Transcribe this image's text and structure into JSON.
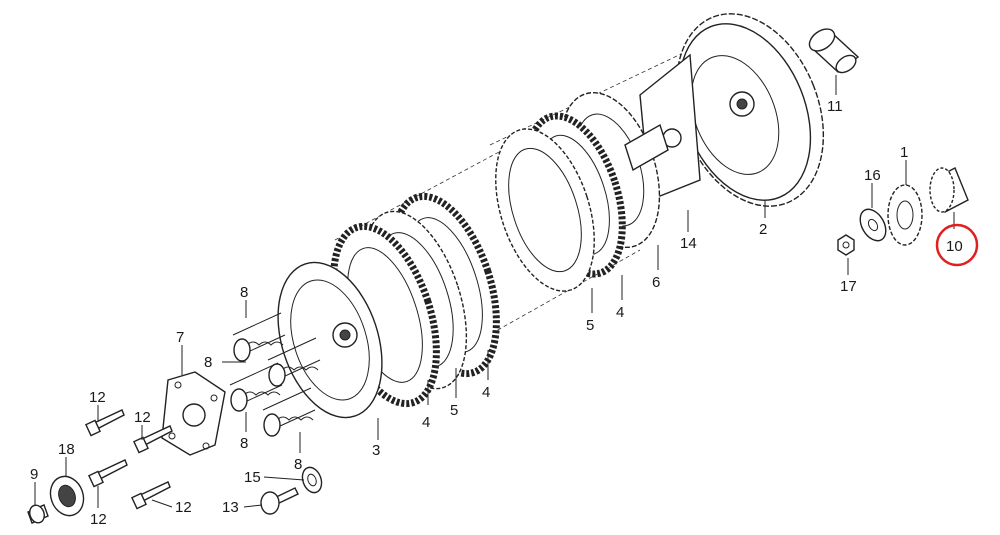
{
  "diagram": {
    "callouts": [
      {
        "id": "c1",
        "text": "1"
      },
      {
        "id": "c2",
        "text": "2"
      },
      {
        "id": "c3",
        "text": "3"
      },
      {
        "id": "c4a",
        "text": "4"
      },
      {
        "id": "c4b",
        "text": "4"
      },
      {
        "id": "c4c",
        "text": "4"
      },
      {
        "id": "c5a",
        "text": "5"
      },
      {
        "id": "c5b",
        "text": "5"
      },
      {
        "id": "c6",
        "text": "6"
      },
      {
        "id": "c7",
        "text": "7"
      },
      {
        "id": "c8a",
        "text": "8"
      },
      {
        "id": "c8b",
        "text": "8"
      },
      {
        "id": "c8c",
        "text": "8"
      },
      {
        "id": "c8d",
        "text": "8"
      },
      {
        "id": "c9",
        "text": "9"
      },
      {
        "id": "c10",
        "text": "10"
      },
      {
        "id": "c11",
        "text": "11"
      },
      {
        "id": "c12a",
        "text": "12"
      },
      {
        "id": "c12b",
        "text": "12"
      },
      {
        "id": "c12c",
        "text": "12"
      },
      {
        "id": "c12d",
        "text": "12"
      },
      {
        "id": "c13",
        "text": "13"
      },
      {
        "id": "c14",
        "text": "14"
      },
      {
        "id": "c15",
        "text": "15"
      },
      {
        "id": "c16",
        "text": "16"
      },
      {
        "id": "c17",
        "text": "17"
      },
      {
        "id": "c18",
        "text": "18"
      }
    ],
    "highlight_color": "#e02020"
  }
}
